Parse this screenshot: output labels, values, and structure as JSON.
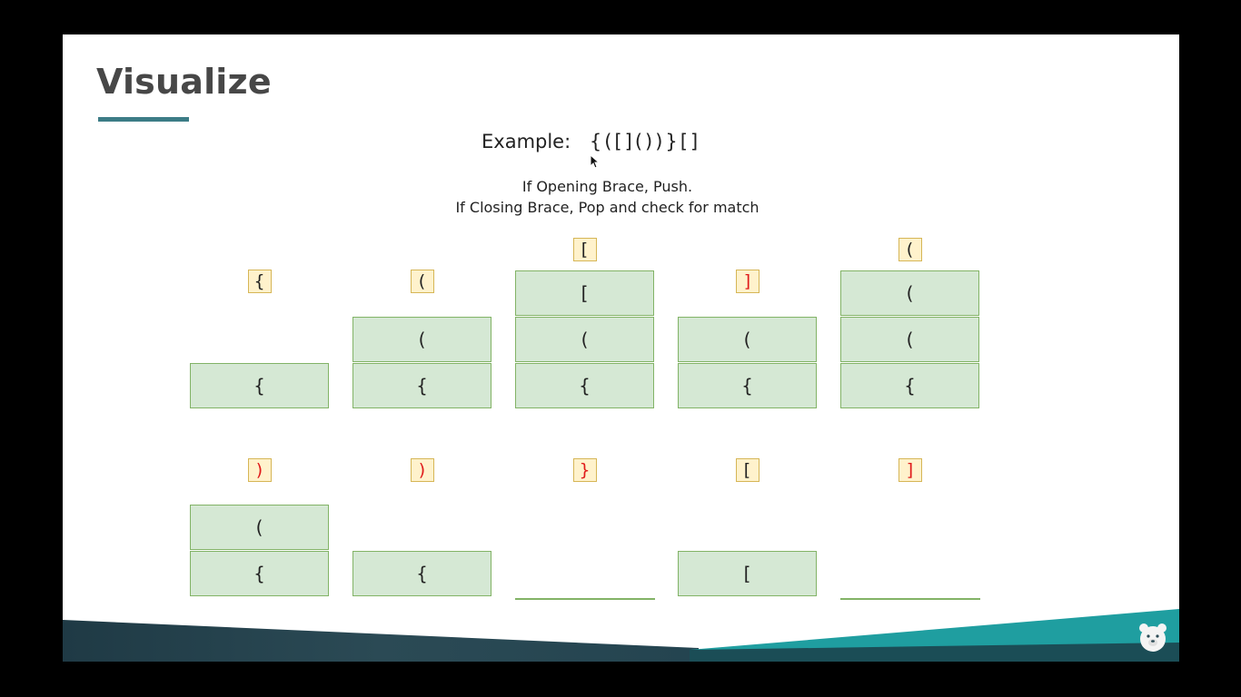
{
  "slide": {
    "title": "Visualize",
    "example_label": "Example:",
    "example_sequence": "{([]())}[]",
    "rule_1": "If Opening Brace, Push.",
    "rule_2": "If Closing Brace, Pop and check for match"
  },
  "colors": {
    "title_text": "#474747",
    "accent_underline": "#3c7c86",
    "cell_fill": "#d5e8d4",
    "cell_border": "#82b366",
    "token_fill": "#fff2cc",
    "token_border": "#d6b656",
    "closing_token_text": "#e01b1b",
    "footer_dark": "#2b4a55",
    "footer_teal": "#1f9ea0"
  },
  "icons": [
    "mouse-cursor-icon",
    "bear-logo-icon"
  ],
  "steps": [
    {
      "token": "{",
      "kind": "open",
      "stack": [
        "{"
      ]
    },
    {
      "token": "(",
      "kind": "open",
      "stack": [
        "{",
        "("
      ]
    },
    {
      "token": "[",
      "kind": "open",
      "stack": [
        "{",
        "(",
        "["
      ]
    },
    {
      "token": "]",
      "kind": "close",
      "stack": [
        "{",
        "("
      ]
    },
    {
      "token": "(",
      "kind": "open",
      "stack": [
        "{",
        "(",
        "("
      ]
    },
    {
      "token": ")",
      "kind": "close",
      "stack": [
        "{",
        "("
      ]
    },
    {
      "token": ")",
      "kind": "close",
      "stack": [
        "{"
      ]
    },
    {
      "token": "}",
      "kind": "close",
      "stack": []
    },
    {
      "token": "[",
      "kind": "open",
      "stack": [
        "["
      ]
    },
    {
      "token": "]",
      "kind": "close",
      "stack": []
    }
  ]
}
